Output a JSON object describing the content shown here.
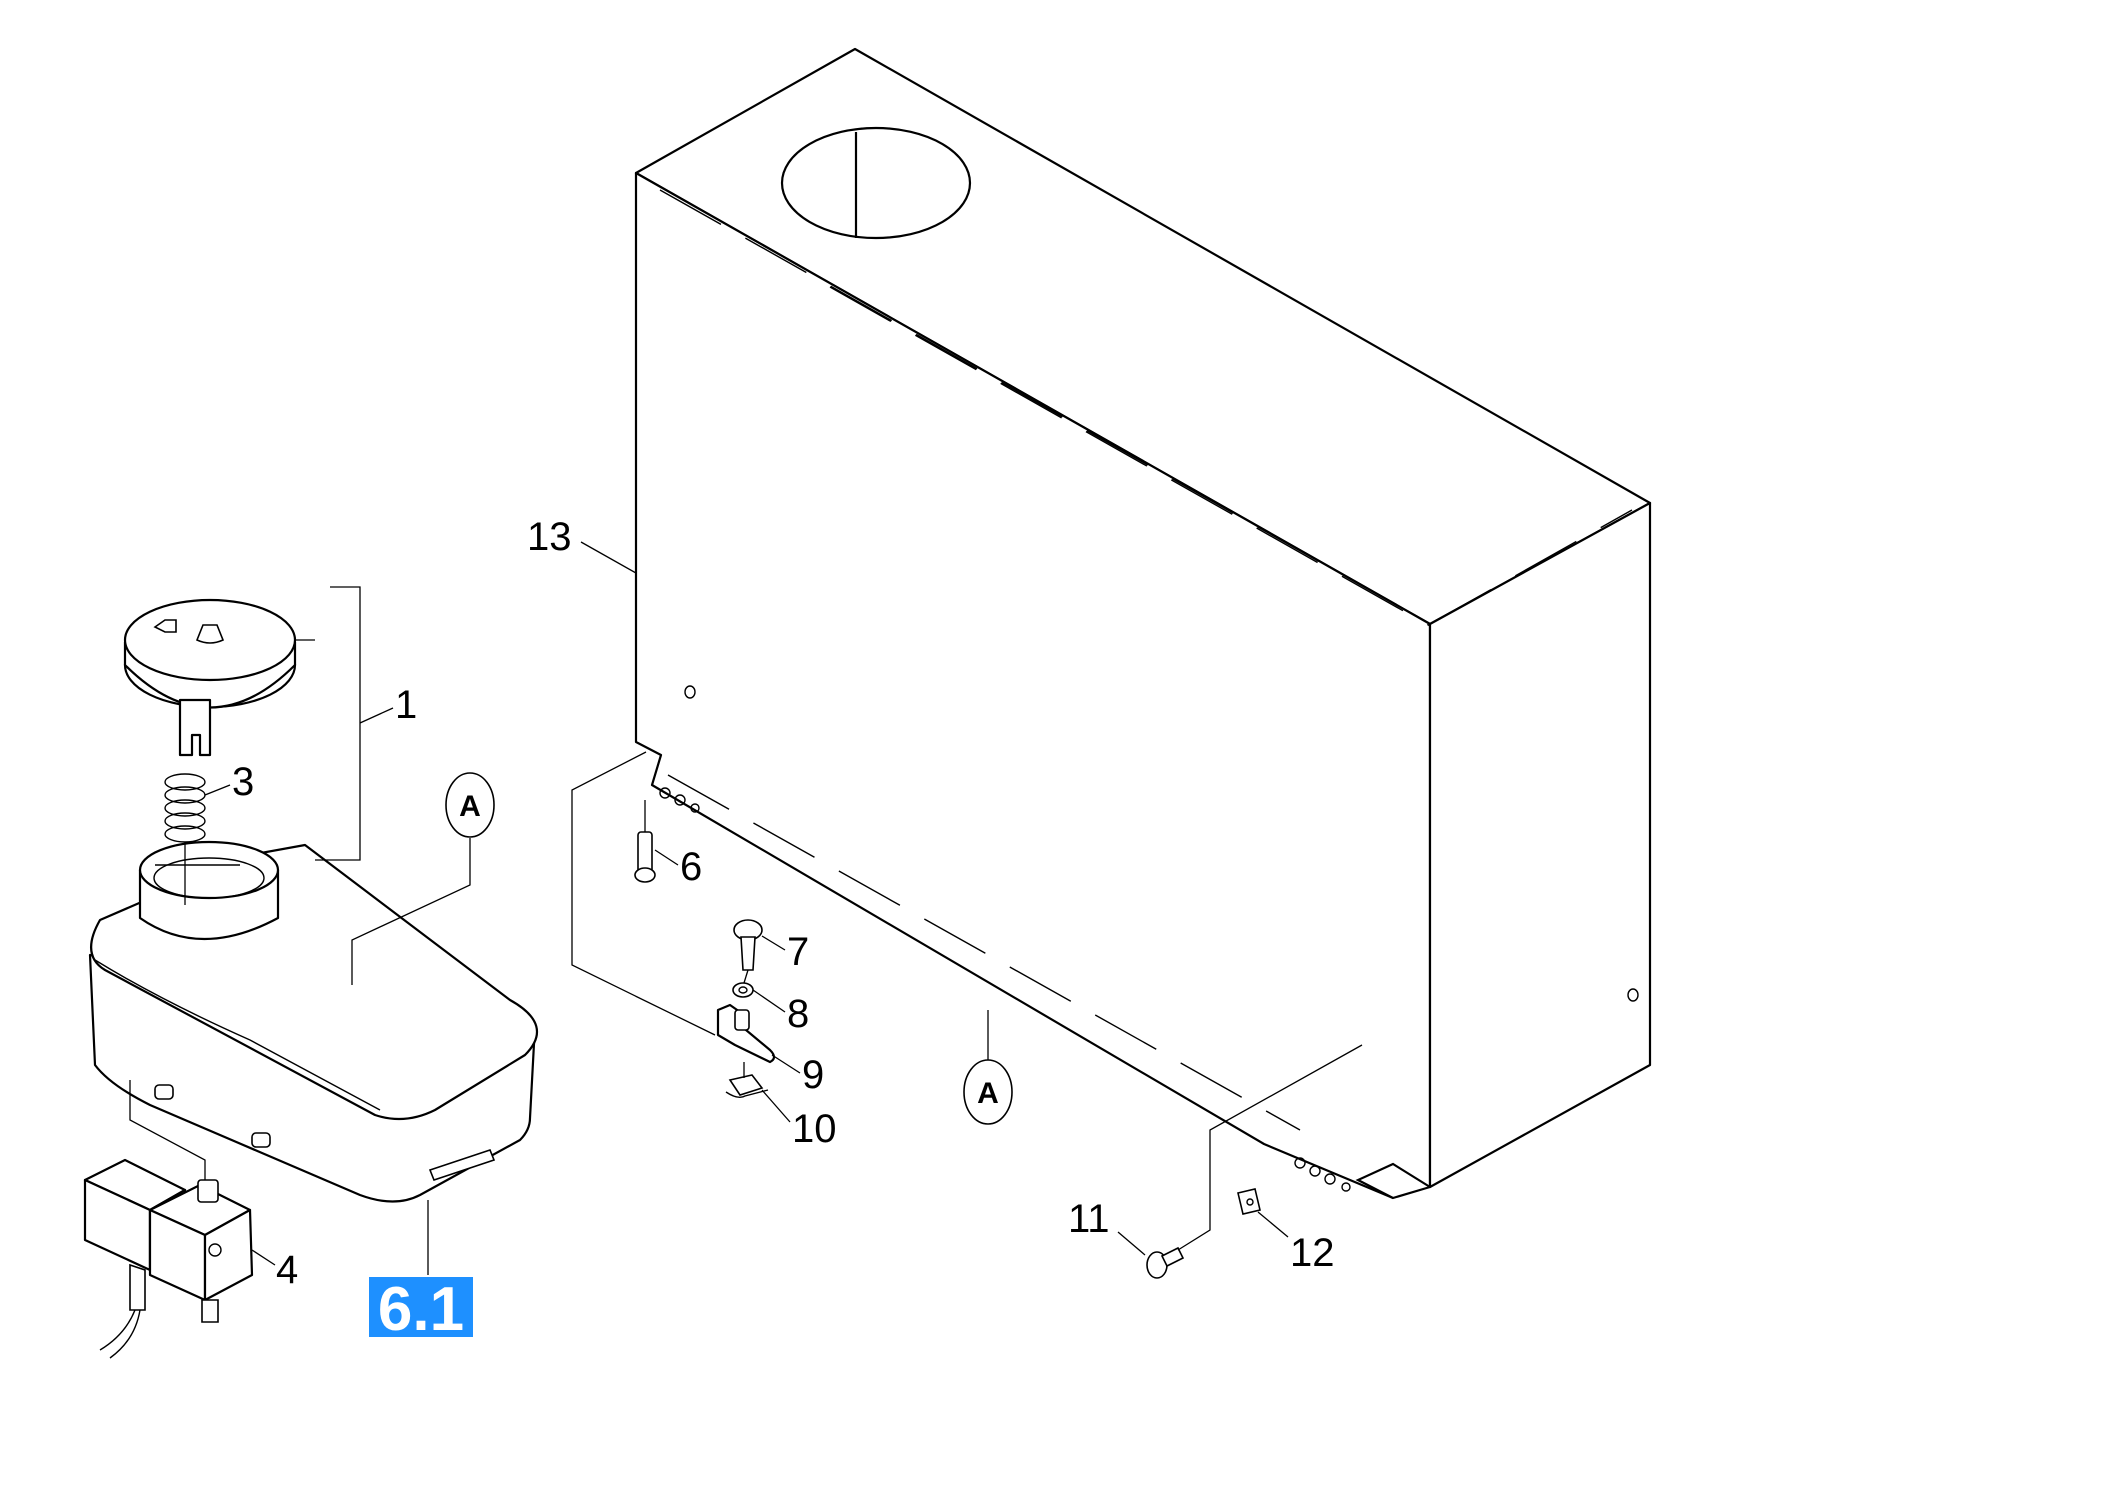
{
  "diagram": {
    "section_badge": "6.1",
    "badge_color": "#1e90ff",
    "reference_marker": "A",
    "callouts": {
      "c1": "1",
      "c3": "3",
      "c4": "4",
      "c6": "6",
      "c7": "7",
      "c8": "8",
      "c9": "9",
      "c10": "10",
      "c11": "11",
      "c12": "12",
      "c13": "13"
    }
  }
}
